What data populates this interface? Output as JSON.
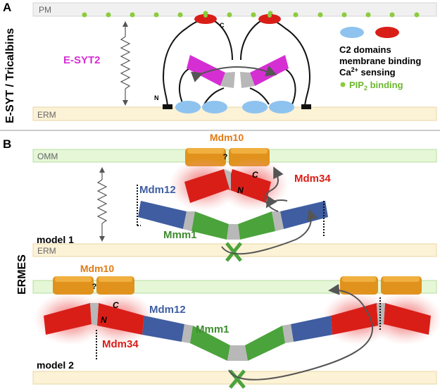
{
  "panel_a": {
    "letter": "A",
    "side_label": "E-SYT / Tricalbins",
    "pm": "PM",
    "erm": "ERM",
    "protein": "E-SYT2",
    "c_term": "C",
    "n_term": "N",
    "legend": {
      "line1": "C2 domains",
      "line2": "membrane binding",
      "line3_pre": "Ca",
      "line3_sup": "2+",
      "line3_post": " sensing",
      "line4_pre": "PIP",
      "line4_sub": "2",
      "line4_post": " binding"
    }
  },
  "panel_b": {
    "letter": "B",
    "side_label": "ERMES",
    "omm": "OMM",
    "erm": "ERM",
    "model1": {
      "label": "model 1",
      "mdm10": "Mdm10",
      "question": "?",
      "mdm34": "Mdm34",
      "mdm12": "Mdm12",
      "mmm1": "Mmm1",
      "c_term": "C",
      "n_term": "N"
    },
    "model2": {
      "label": "model 2",
      "mdm10": "Mdm10",
      "question": "?",
      "mdm34": "Mdm34",
      "mdm12": "Mdm12",
      "mmm1": "Mmm1",
      "c_term": "C",
      "n_term": "N"
    }
  },
  "colors": {
    "magenta": "#d52fd3",
    "red": "#d91e18",
    "blue": "#3f5da0",
    "green": "#4ba33b",
    "orange": "#e0921c",
    "light_blue": "#8fc3ef",
    "pip_green": "#8ccc3c"
  }
}
